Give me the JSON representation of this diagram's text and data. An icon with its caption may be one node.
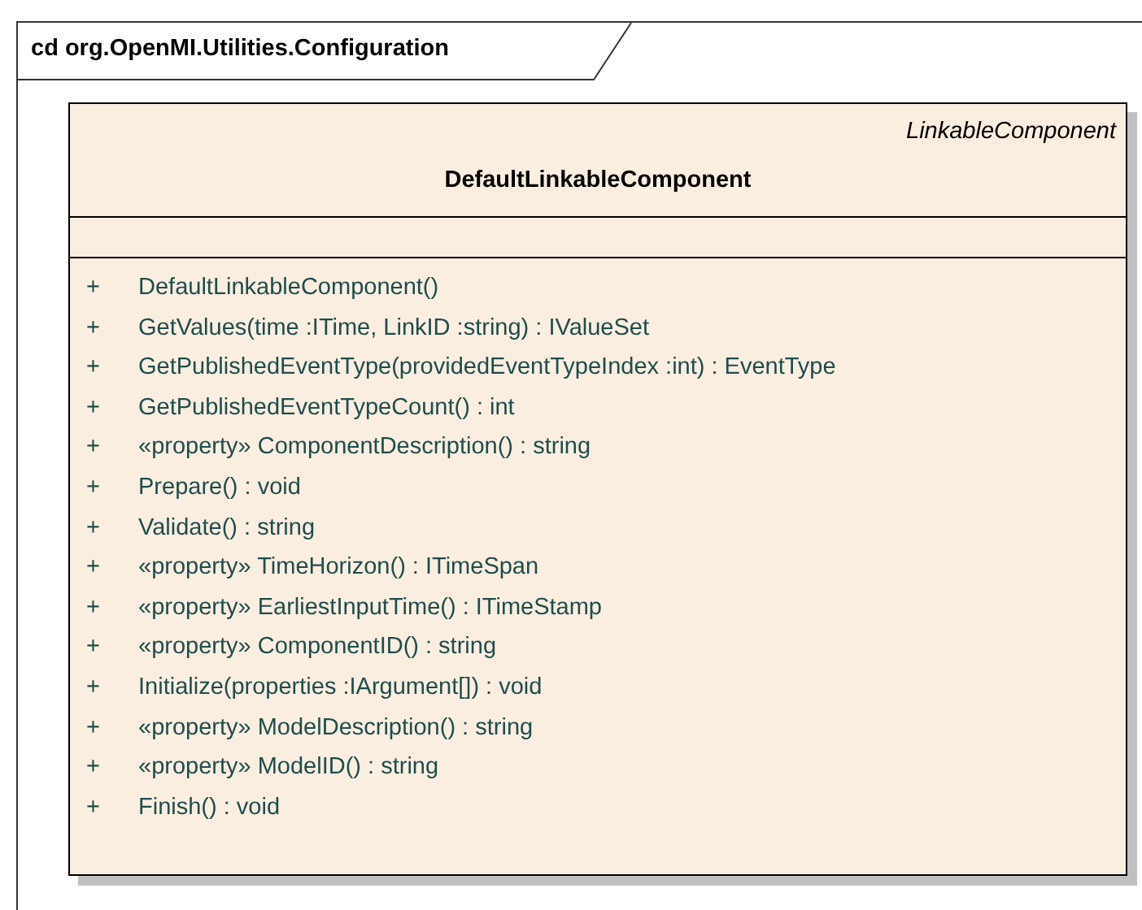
{
  "diagram": {
    "nodes": [
      {
        "text": [
          "cd org.OpenMI.Utilities.Configuration"
        ]
      },
      {
        "text": [
          "LinkableComponent",
          "DefaultLinkableComponent",
          "+ DefaultLinkableComponent()",
          "+ GetValues(time :ITime, LinkID :string) : IValueSet",
          "+ GetPublishedEventType(providedEventTypeIndex :int) : EventType",
          "+ GetPublishedEventTypeCount() : int",
          "+ «property» ComponentDescription() : string",
          "+ Prepare() : void",
          "+ Validate() : string",
          "+ «property» TimeHorizon() : ITimeSpan",
          "+ «property» EarliestInputTime() : ITimeStamp",
          "+ «property» ComponentID() : string",
          "+ Initialize(properties :IArgument[]) : void",
          "+ «property» ModelDescription() : string",
          "+ «property» ModelID() : string",
          "+ Finish() : void"
        ],
        "in": 0
      }
    ]
  }
}
